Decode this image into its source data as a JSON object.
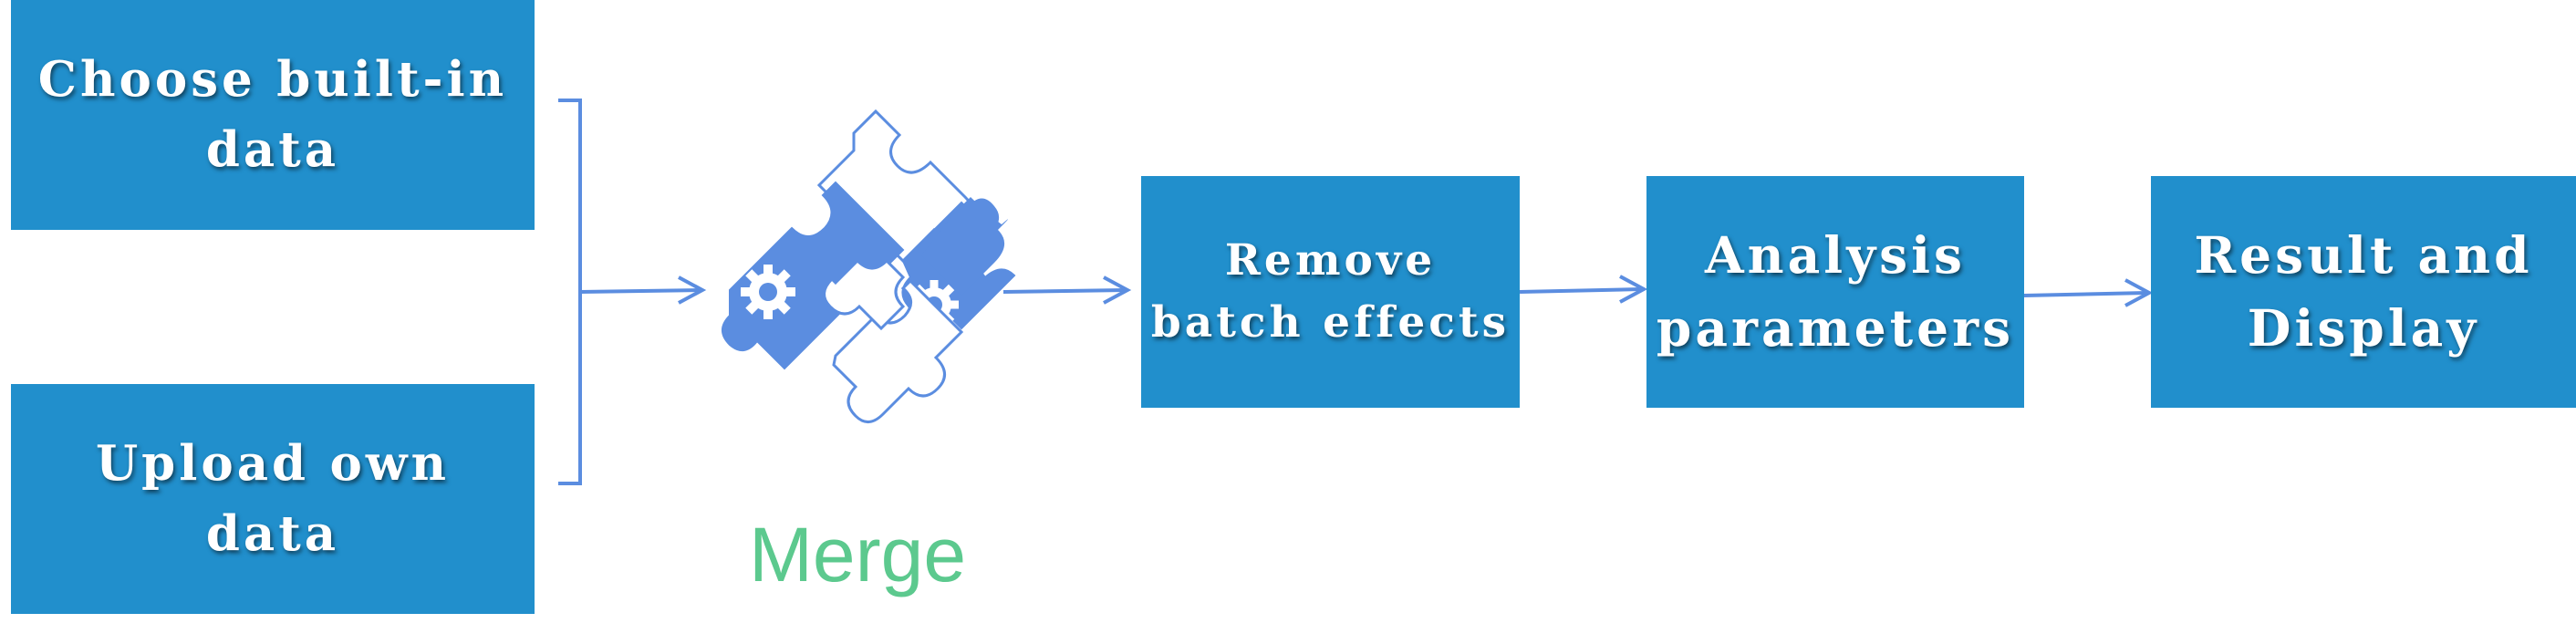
{
  "steps": {
    "choose_builtin": "Choose built-in\ndata",
    "upload_own": "Upload own data",
    "merge": "Merge",
    "remove_batch": "Remove\nbatch effects",
    "analysis_params": "Analysis\nparameters",
    "result_display": "Result and\nDisplay"
  },
  "icons": {
    "merge_icon": "puzzle-gears-icon"
  },
  "colors": {
    "box_fill": "#218FCC",
    "box_text": "#FFFFFF",
    "connector": "#5B8DE0",
    "puzzle_fill": "#5B8DE0",
    "merge_label": "#5CC98E"
  }
}
